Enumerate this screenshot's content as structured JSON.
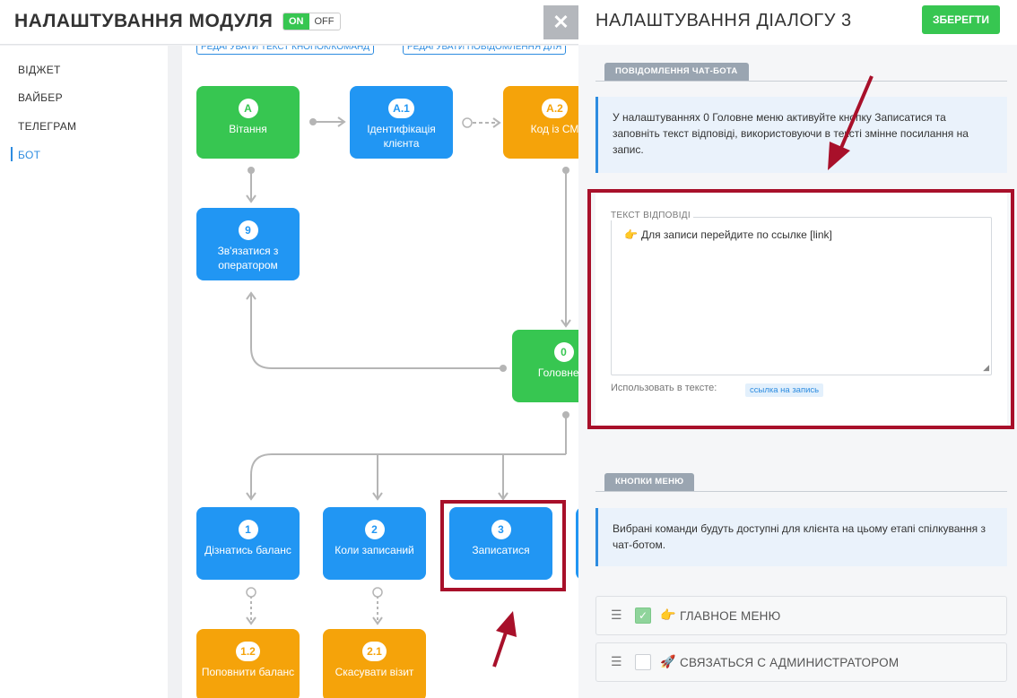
{
  "header": {
    "title": "НАЛАШТУВАННЯ МОДУЛЯ",
    "toggle_on": "ON",
    "toggle_off": "OFF"
  },
  "sidebar": {
    "items": [
      {
        "label": "ВІДЖЕТ",
        "active": false
      },
      {
        "label": "ВАЙБЕР",
        "active": false
      },
      {
        "label": "ТЕЛЕГРАМ",
        "active": false
      },
      {
        "label": "БОТ",
        "active": true
      }
    ]
  },
  "canvas": {
    "edit_buttons_text": "РЕДАГУВАТИ ТЕКСТ КНОПОК/КОМАНД",
    "edit_messages_text": "РЕДАГУВАТИ ПОВІДОМЛЕННЯ ДЛЯ",
    "nodes": [
      {
        "badge": "A",
        "label": "Вітання",
        "color": "green"
      },
      {
        "badge": "A.1",
        "label": "Ідентифікація клієнта",
        "color": "blue"
      },
      {
        "badge": "A.2",
        "label": "Код із СМ",
        "color": "orange"
      },
      {
        "badge": "9",
        "label": "Зв'язатися з оператором",
        "color": "blue"
      },
      {
        "badge": "0",
        "label": "Головне м",
        "color": "green"
      },
      {
        "badge": "1",
        "label": "Дізнатись баланс",
        "color": "blue"
      },
      {
        "badge": "2",
        "label": "Коли записаний",
        "color": "blue"
      },
      {
        "badge": "3",
        "label": "Записатися",
        "color": "blue"
      },
      {
        "badge": "1.2",
        "label": "Поповнити баланс",
        "color": "orange"
      },
      {
        "badge": "2.1",
        "label": "Скасувати візит",
        "color": "orange"
      }
    ]
  },
  "close_symbol": "✕",
  "panel": {
    "title": "НАЛАШТУВАННЯ ДІАЛОГУ 3",
    "save_label": "ЗБЕРЕГТИ",
    "chatbot_section": {
      "tab": "ПОВІДОМЛЕННЯ ЧАТ-БОТА",
      "info": "У налаштуваннях 0 Головне меню активуйте кнопку Записатися та заповніть текст відповіді, використовуючи в тексті змінне посилання на запис."
    },
    "response": {
      "legend": "ТЕКСТ ВІДПОВІДІ",
      "hand_icon": "👉",
      "text": "Для записи перейдите по ссылке [link]",
      "use_label": "Использовать в тексте:",
      "chip": "ссылка на запись"
    },
    "menu_section": {
      "tab": "КНОПКИ МЕНЮ",
      "info": "Вибрані команди будуть доступні для клієнта на цьому етапі спілкування з чат-ботом.",
      "items": [
        {
          "label": "ГЛАВНОЕ МЕНЮ",
          "icon": "👉",
          "checked": true
        },
        {
          "label": "СВЯЗАТЬСЯ С АДМИНИСТРАТОРОМ",
          "icon": "🚀",
          "checked": false
        }
      ]
    }
  },
  "colors": {
    "green": "#37c651",
    "blue": "#2196f3",
    "orange": "#f5a30a",
    "accent": "#2d8ce0",
    "highlight": "#a8102a"
  }
}
